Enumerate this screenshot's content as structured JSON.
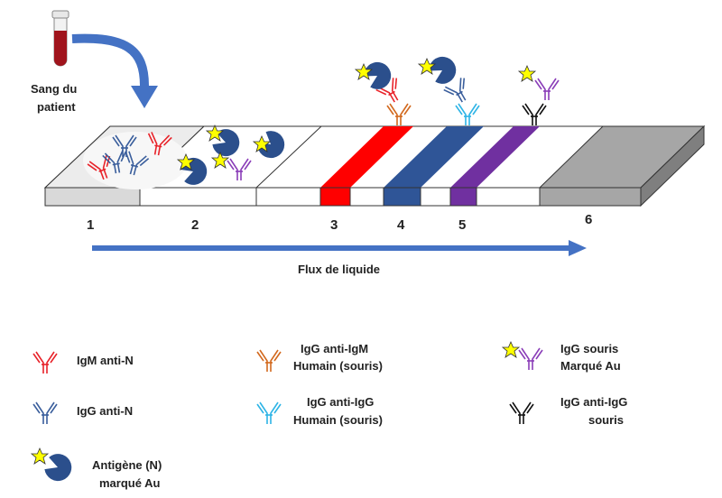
{
  "patient_label": {
    "line1": "Sang du",
    "line2": "patient"
  },
  "zones": [
    "1",
    "2",
    "3",
    "4",
    "5",
    "6"
  ],
  "flow_label": "Flux de liquide",
  "legend": {
    "igm_anti_n": {
      "line1": "IgM anti-N"
    },
    "igg_anti_n": {
      "line1": "IgG anti-N"
    },
    "antigen": {
      "line1": "Antigène (N)",
      "line2": "marqué Au"
    },
    "igg_anti_igm": {
      "line1": "IgG anti-IgM",
      "line2": "Humain (souris)"
    },
    "igg_anti_igg_human": {
      "line1": "IgG anti-IgG",
      "line2": "Humain (souris)"
    },
    "igg_mouse_gold": {
      "line1": "IgG souris",
      "line2": "Marqué Au"
    },
    "igg_anti_igg_mouse": {
      "line1": "IgG anti-IgG",
      "line2": "souris"
    }
  },
  "colors": {
    "igm_red": "#e8232a",
    "igg_blue": "#3a5e9c",
    "antigen_blue": "#2b4f8c",
    "orange": "#d2691e",
    "cyan": "#2db4e6",
    "purple": "#8a3db8",
    "black": "#111111",
    "line3_red": "#ff0000",
    "line4_blue": "#2f5597",
    "line5_purple": "#7030a0",
    "pad_grey": "#a6a6a6",
    "star_yellow": "#ffff00",
    "arrow_blue": "#4472c4"
  }
}
